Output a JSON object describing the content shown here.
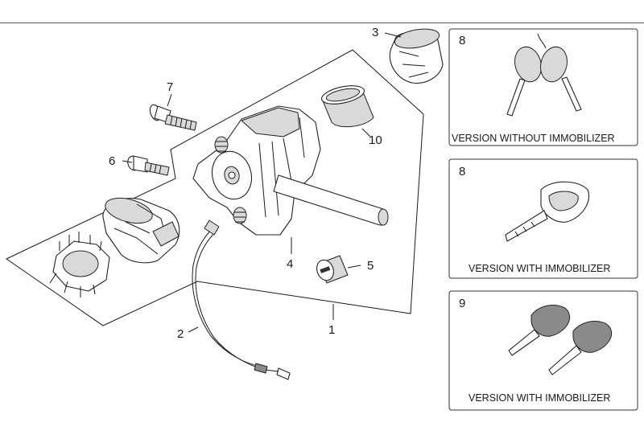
{
  "callouts": {
    "n1": "1",
    "n2": "2",
    "n3": "3",
    "n4": "4",
    "n5": "5",
    "n6": "6",
    "n7": "7",
    "n10": "10"
  },
  "panels": [
    {
      "number": "8",
      "caption": "VERSION WITHOUT IMMOBILIZER"
    },
    {
      "number": "8",
      "caption": "VERSION WITH IMMOBILIZER"
    },
    {
      "number": "9",
      "caption": "VERSION WITH IMMOBILIZER"
    }
  ]
}
